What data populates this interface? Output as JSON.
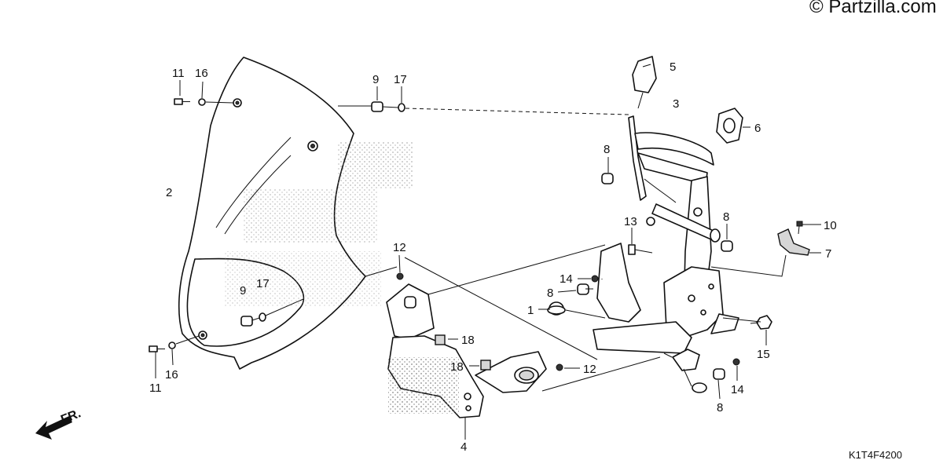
{
  "watermark": "© Partzilla.com",
  "diagram_code": "K1T4F4200",
  "direction_label": "FR.",
  "callouts": {
    "c1": "1",
    "c2": "2",
    "c3": "3",
    "c4": "4",
    "c5": "5",
    "c6": "6",
    "c7": "7",
    "c8a": "8",
    "c8b": "8",
    "c8c": "8",
    "c8d": "8",
    "c9a": "9",
    "c9b": "9",
    "c10": "10",
    "c11a": "11",
    "c11b": "11",
    "c12a": "12",
    "c12b": "12",
    "c13": "13",
    "c14a": "14",
    "c14b": "14",
    "c15": "15",
    "c16a": "16",
    "c16b": "16",
    "c17a": "17",
    "c17b": "17",
    "c18a": "18",
    "c18b": "18"
  }
}
